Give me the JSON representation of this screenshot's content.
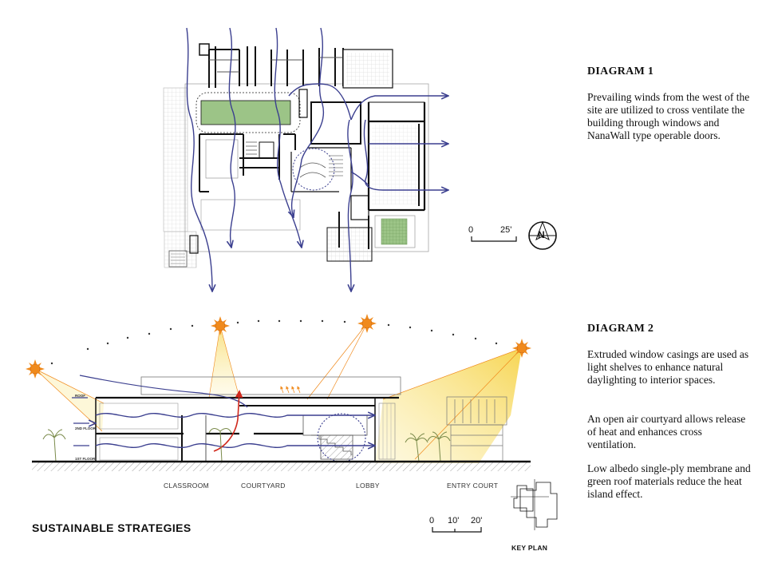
{
  "diagram1": {
    "heading": "DIAGRAM 1",
    "text": "Prevailing winds from the west of the site are utilized to cross ventilate the building through windows and NanaWall type operable doors."
  },
  "diagram2": {
    "heading": "DIAGRAM 2",
    "paragraphs": [
      "Extruded window casings are used as light shelves to enhance natural daylighting to interior spaces.",
      "An open air courtyard allows release of heat and enhances cross ventilation.",
      "Low albedo single-ply membrane and green roof materials reduce the heat island effect."
    ]
  },
  "title": "SUSTAINABLE STRATEGIES",
  "section_labels": [
    "CLASSROOM",
    "COURTYARD",
    "LOBBY",
    "ENTRY COURT"
  ],
  "floor_labels": [
    "ROOF",
    "2ND FLOOR",
    "1ST FLOOR"
  ],
  "plan_scale": [
    "0",
    "25'"
  ],
  "section_scale": [
    "0",
    "10'",
    "20'"
  ],
  "north_label": "N",
  "key_plan_label": "KEY PLAN",
  "colors": {
    "wind_arrow": "#3b3f8f",
    "green_roof": "#9cc487",
    "sun": "#f08a1c",
    "light_beam": "#f7e27a",
    "heat_arrow": "#d0281c"
  }
}
